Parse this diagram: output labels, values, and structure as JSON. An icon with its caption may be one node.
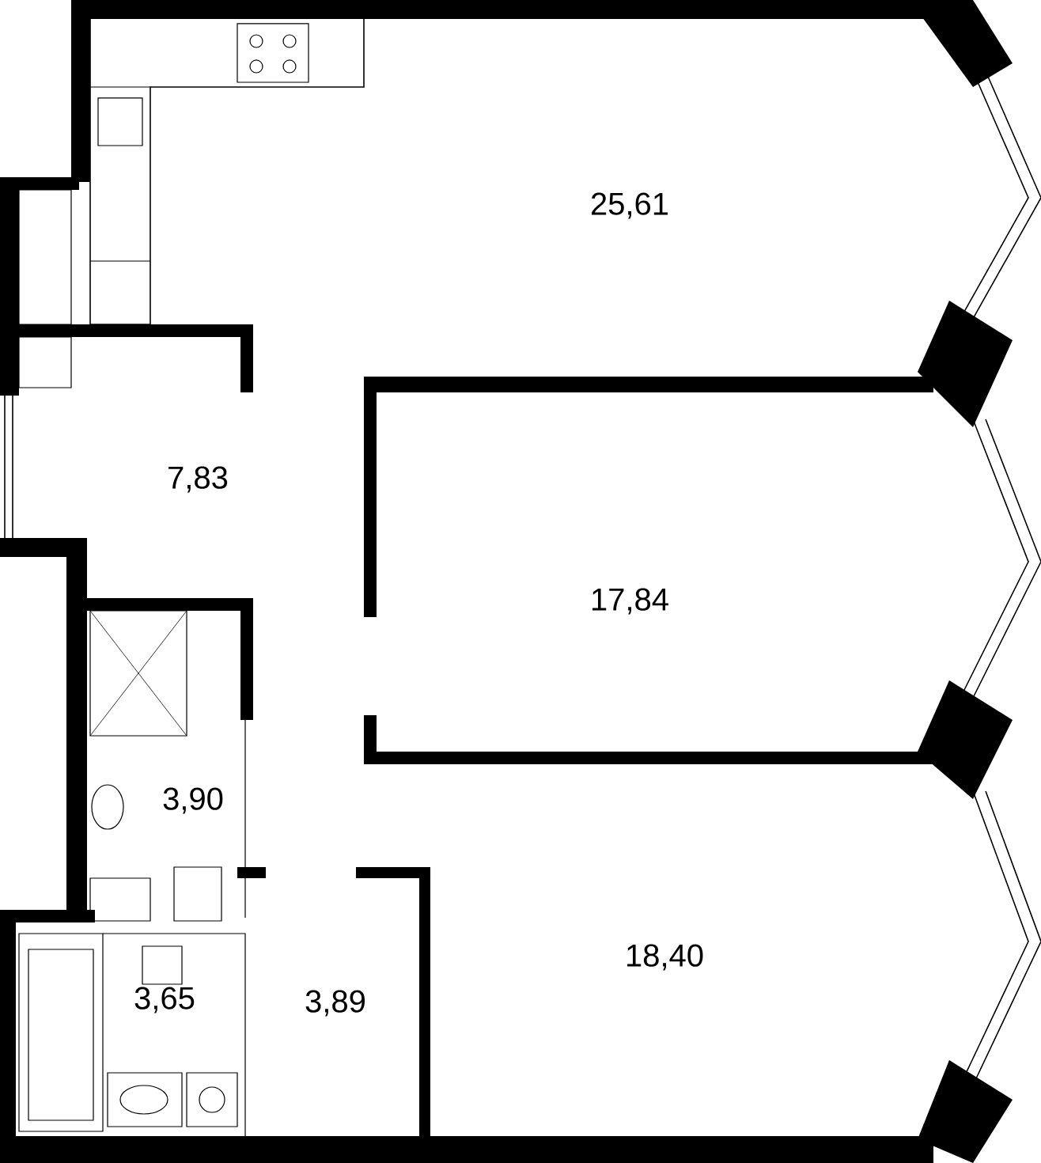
{
  "diagram": {
    "labels": [
      "25,61",
      "7,83",
      "17,84",
      "3,90",
      "18,40",
      "3,65",
      "3,89"
    ]
  }
}
